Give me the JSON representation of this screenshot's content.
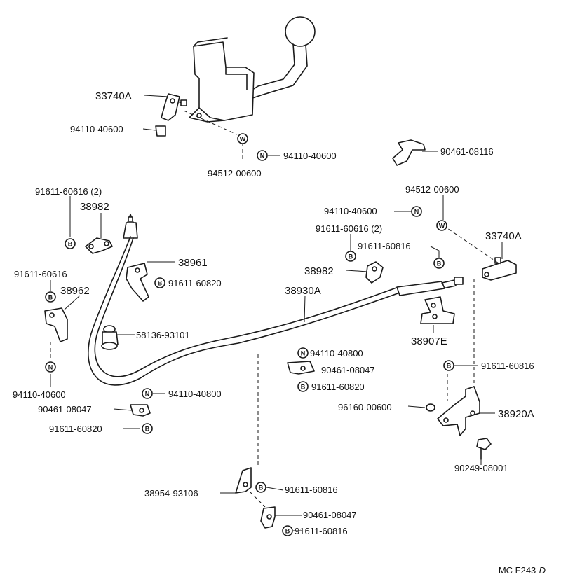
{
  "labels": {
    "shift_lever_bracket_top": "33740A",
    "nut_top": "94110-40600",
    "washer_top": "94512-00600",
    "nut_mid_top": "94110-40600",
    "clamp_top_right": "90461-08116",
    "bolt_2_left": "91611-60616 (2)",
    "bracket_38982_left": "38982",
    "bolt_left": "91611-60616",
    "bracket_38962": "38962",
    "nut_left_bottom": "94110-40600",
    "bracket_38961": "38961",
    "bolt_38961": "91611-60820",
    "grommet": "58136-93101",
    "cable": "38930A",
    "washer_right": "94512-00600",
    "nut_right": "94110-40600",
    "bolt_2_right": "91611-60616 (2)",
    "bolt_right_top": "91611-60816",
    "bracket_38982_right": "38982",
    "shift_lever_bracket_right": "33740A",
    "bracket_38907e": "38907E",
    "nut_mid": "94110-40800",
    "clamp_mid": "90461-08047",
    "bolt_mid": "91611-60820",
    "bolt_right_mid": "91611-60816",
    "pin_right": "96160-00600",
    "bracket_38920a": "38920A",
    "bolt_bottom_right": "90249-08001",
    "nut_lower_left": "94110-40800",
    "clamp_lower_left": "90461-08047",
    "bolt_lower_left": "91611-60820",
    "bracket_38954": "38954-93106",
    "bolt_bottom_1": "91611-60816",
    "clamp_bottom": "90461-08047",
    "bolt_bottom_2": "91611-60816"
  },
  "badges": {
    "nut": "N",
    "bolt": "B",
    "washer": "W"
  },
  "reference": {
    "code": "MC F243-",
    "suffix": "D"
  }
}
